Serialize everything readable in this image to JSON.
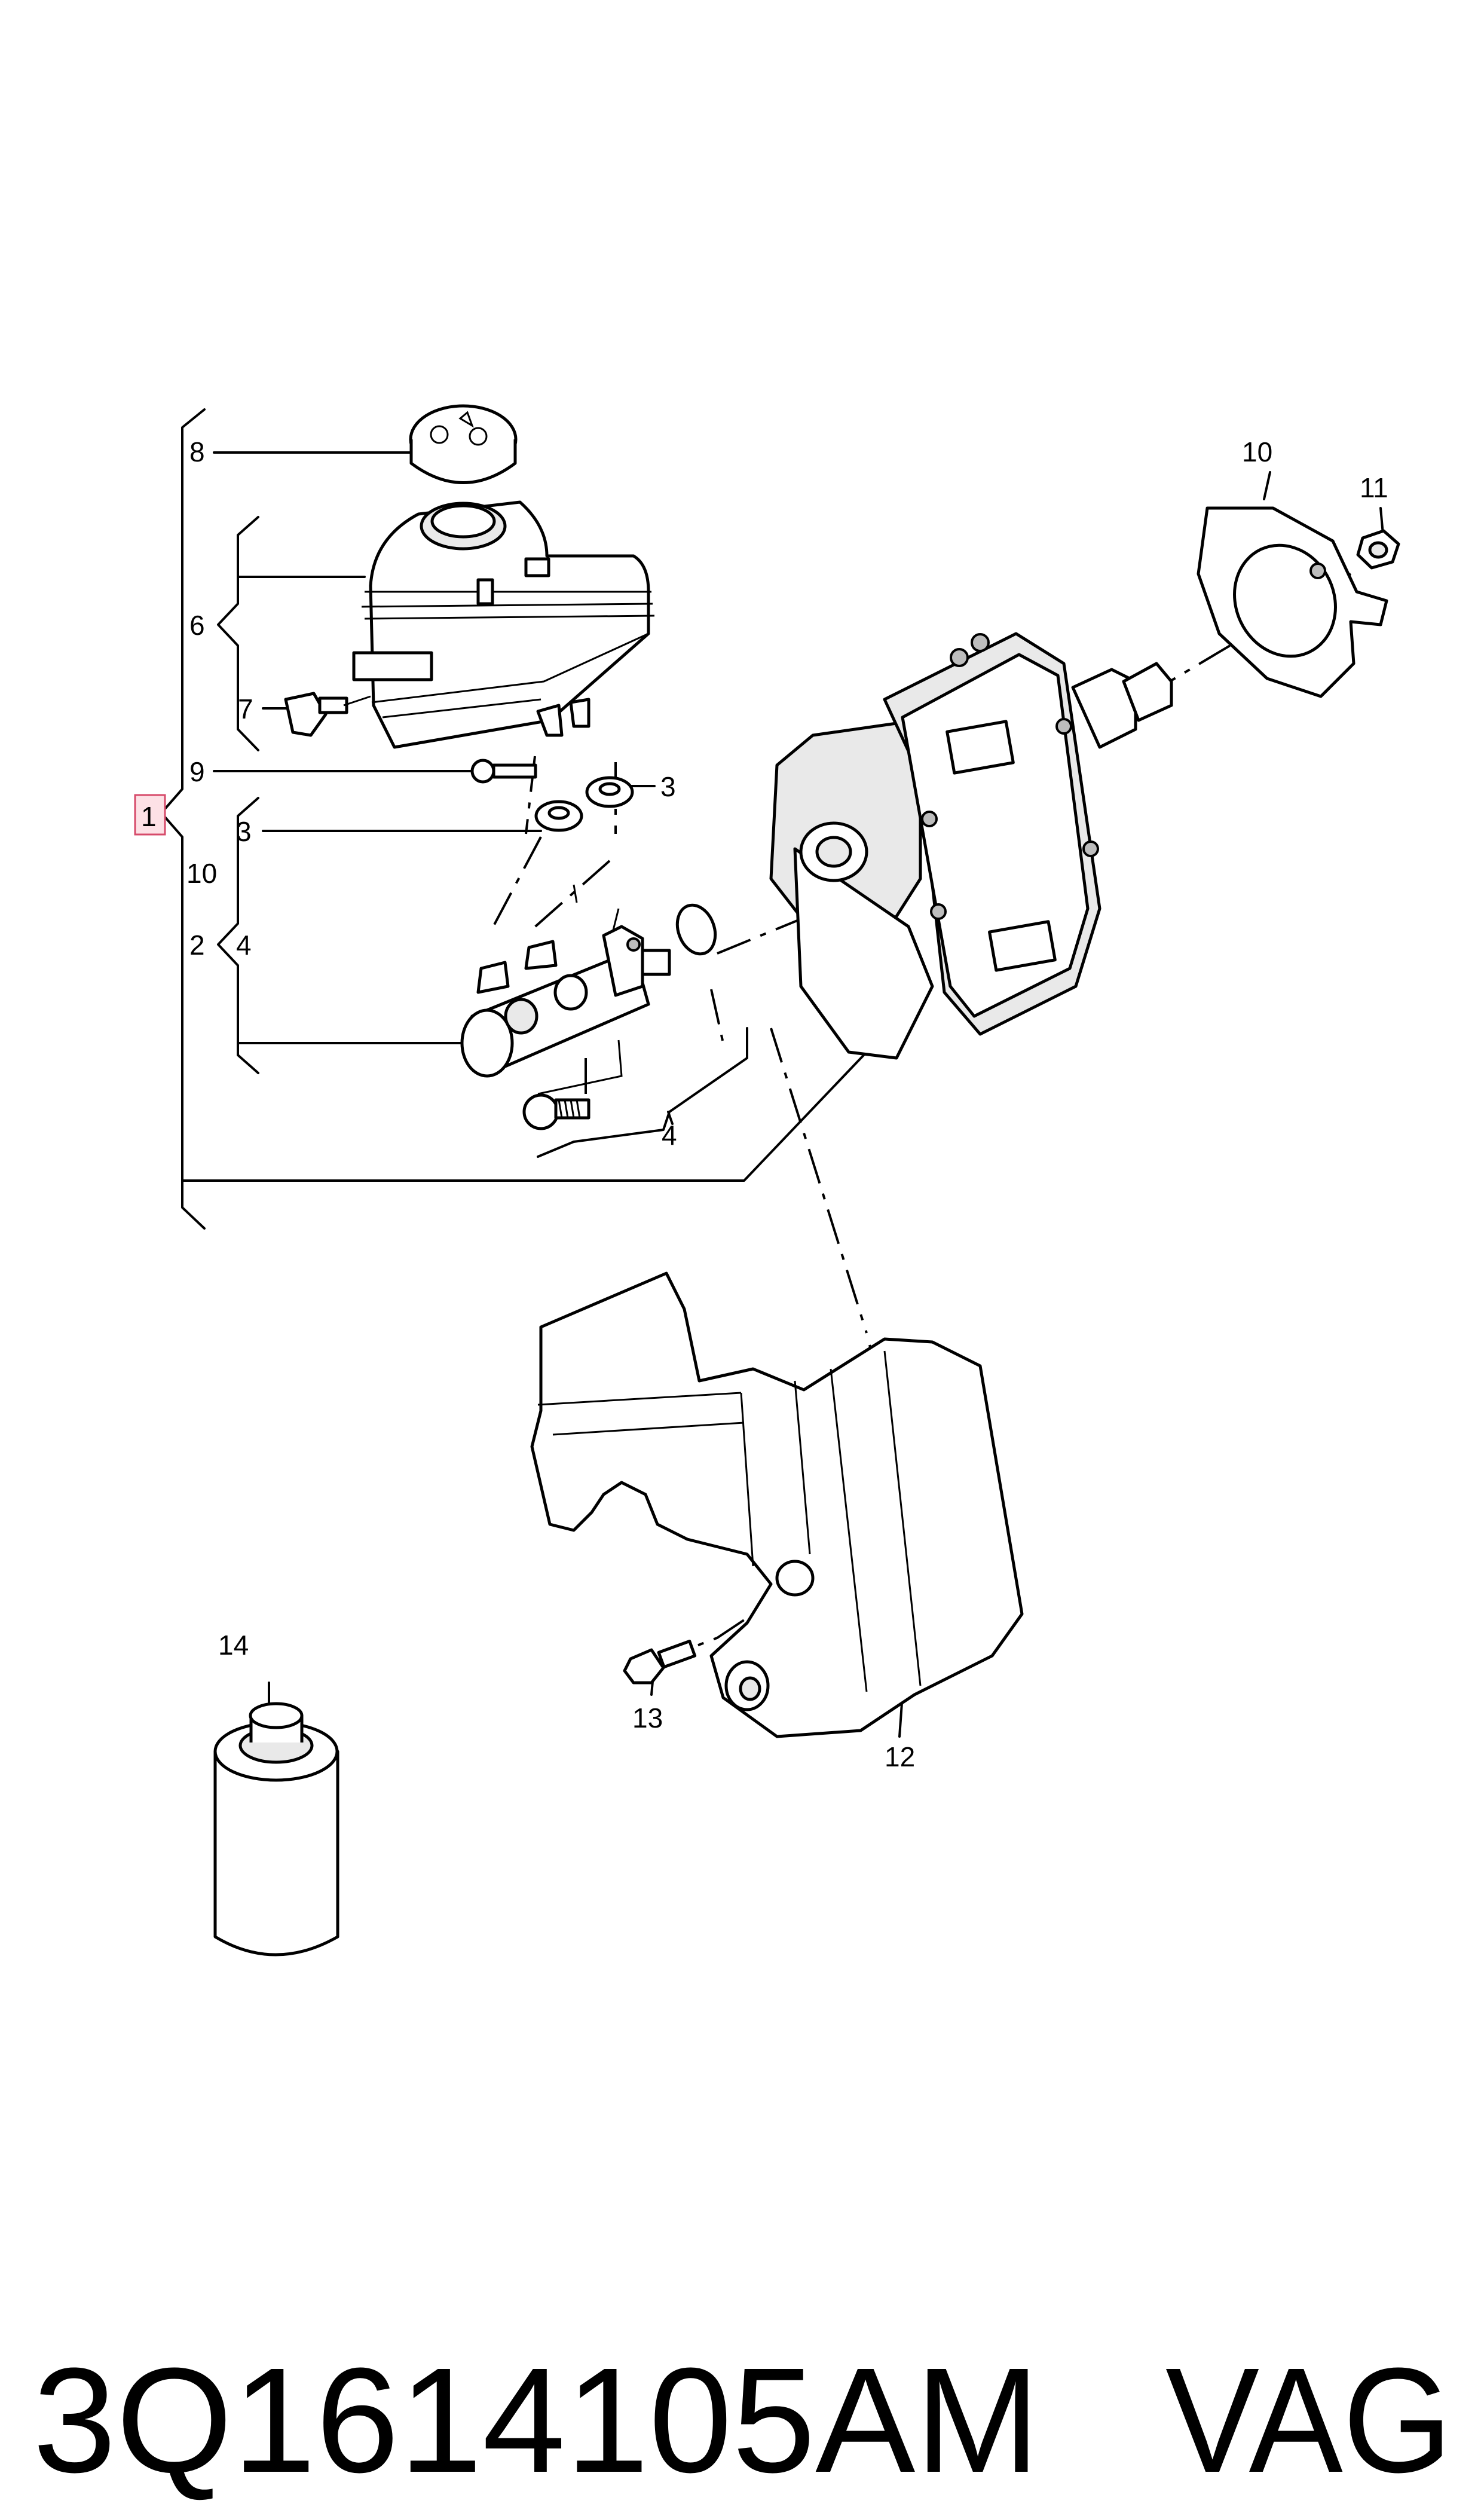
{
  "callouts": {
    "c1": "1",
    "c2": "2",
    "c3a": "3",
    "c3b": "3",
    "c4a": "4",
    "c4b": "4",
    "c6": "6",
    "c7": "7",
    "c8": "8",
    "c9": "9",
    "c10a": "10",
    "c10b": "10",
    "c11": "11",
    "c12": "12",
    "c13": "13",
    "c14": "14"
  },
  "caption": {
    "part_number": "3Q1614105AM",
    "brand": "VAG"
  },
  "colors": {
    "line": "#000000",
    "highlight_fill": "#fde1e6",
    "highlight_stroke": "#d64a6a"
  }
}
